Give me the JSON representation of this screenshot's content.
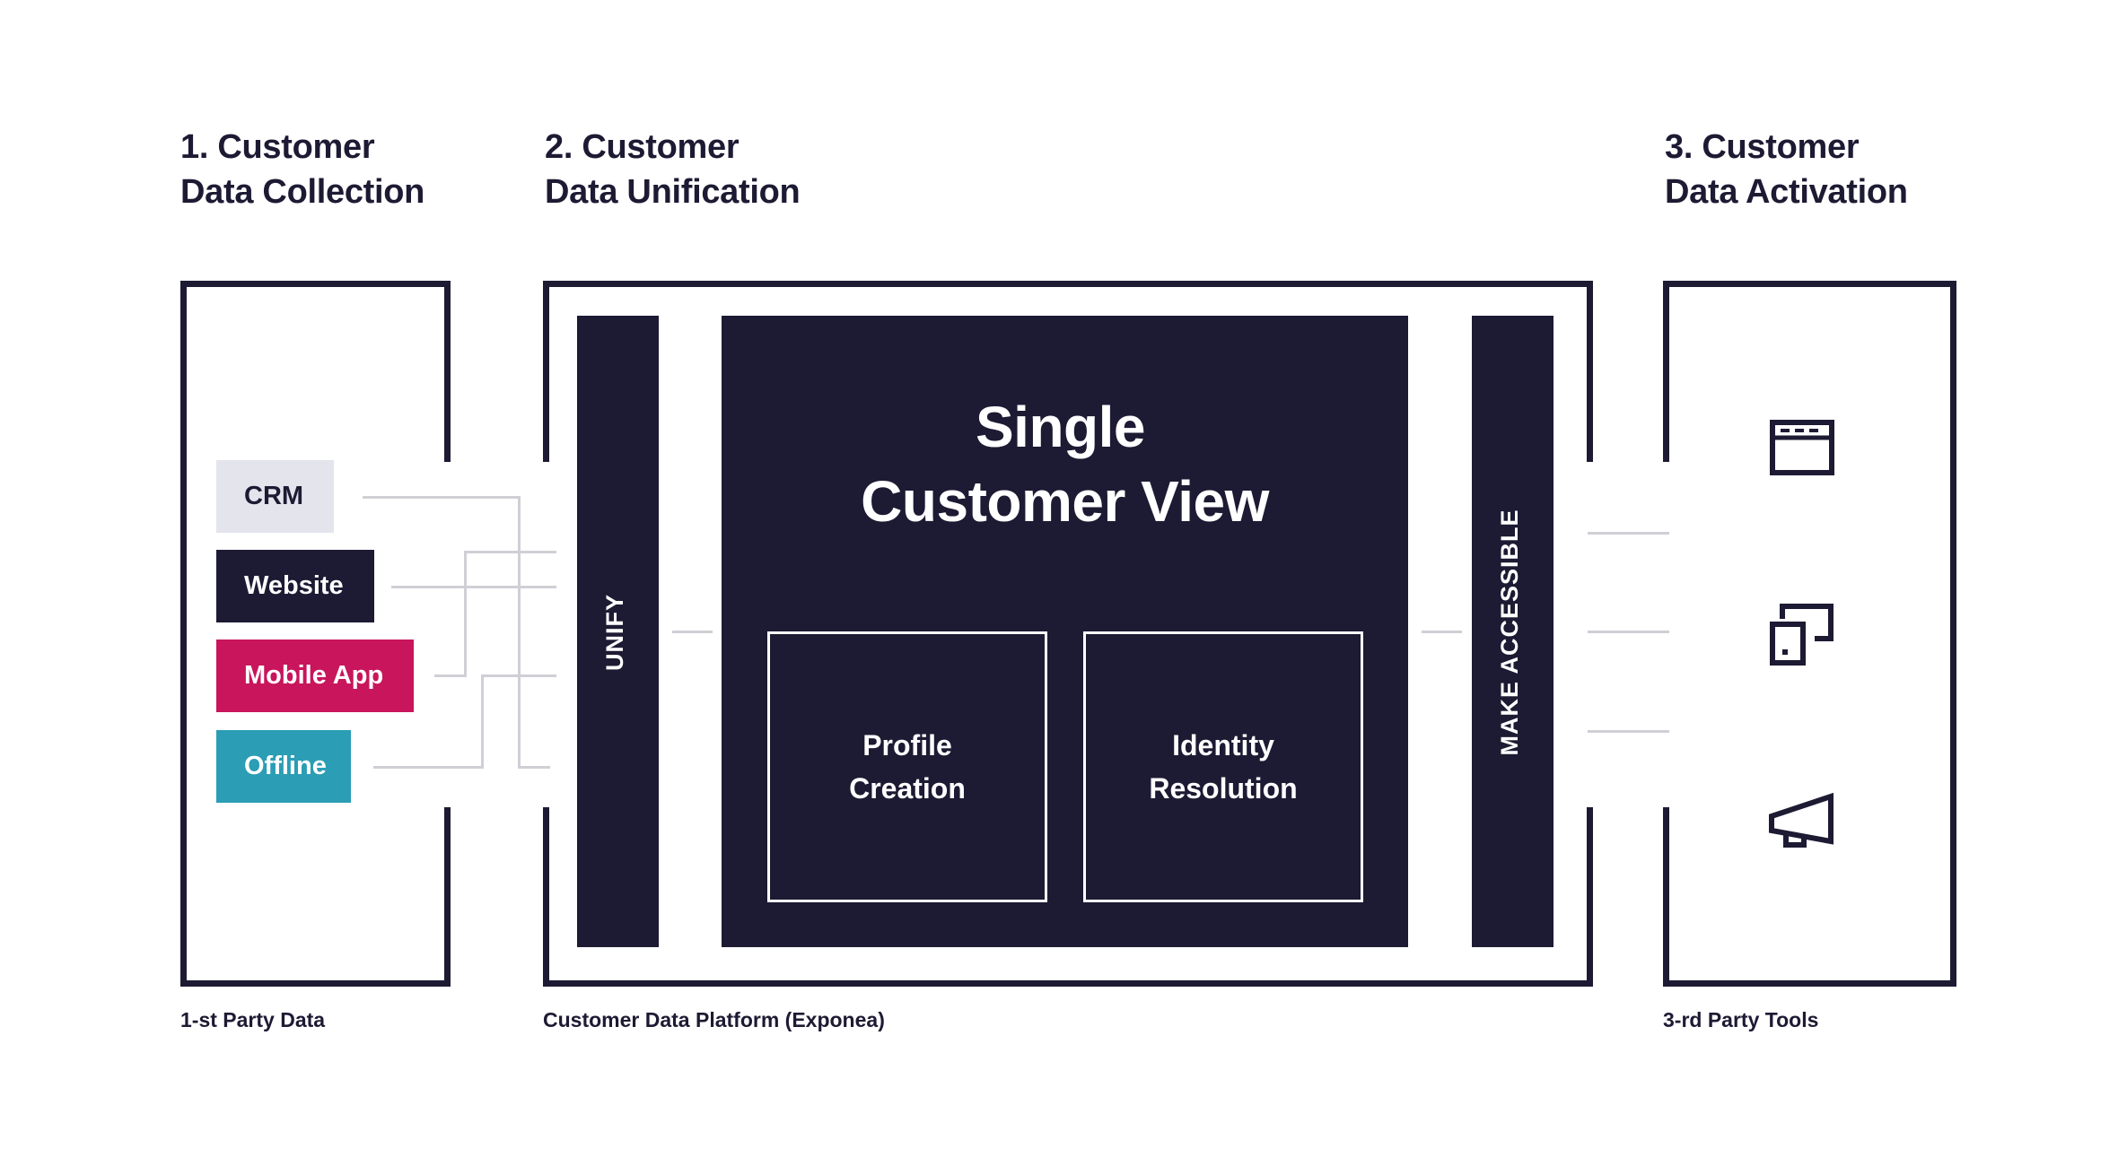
{
  "headings": {
    "collection": [
      "1. Customer",
      "Data Collection"
    ],
    "unification": [
      "2. Customer",
      "Data Unification"
    ],
    "activation": [
      "3. Customer",
      "Data Activation"
    ]
  },
  "sources": [
    {
      "label": "CRM",
      "bg": "#e3e4ec",
      "fg": "#1d1a33"
    },
    {
      "label": "Website",
      "bg": "#1d1a33",
      "fg": "#ffffff"
    },
    {
      "label": "Mobile App",
      "bg": "#c8155c",
      "fg": "#ffffff"
    },
    {
      "label": "Offline",
      "bg": "#2b9db5",
      "fg": "#ffffff"
    }
  ],
  "platform": {
    "unify_label": "UNIFY",
    "make_accessible_label": "MAKE ACCESSIBLE",
    "title": [
      "Single",
      "Customer View"
    ],
    "profile_creation": [
      "Profile",
      "Creation"
    ],
    "identity_resolution": [
      "Identity",
      "Resolution"
    ]
  },
  "tools": {
    "icons": [
      "browser-window-icon",
      "devices-icon",
      "megaphone-icon"
    ]
  },
  "captions": {
    "first_party": "1-st Party Data",
    "platform": "Customer Data Platform (Exponea)",
    "third_party": "3-rd Party Tools"
  },
  "colors": {
    "navy": "#1d1a33",
    "line_gray": "#cfcfd6"
  }
}
